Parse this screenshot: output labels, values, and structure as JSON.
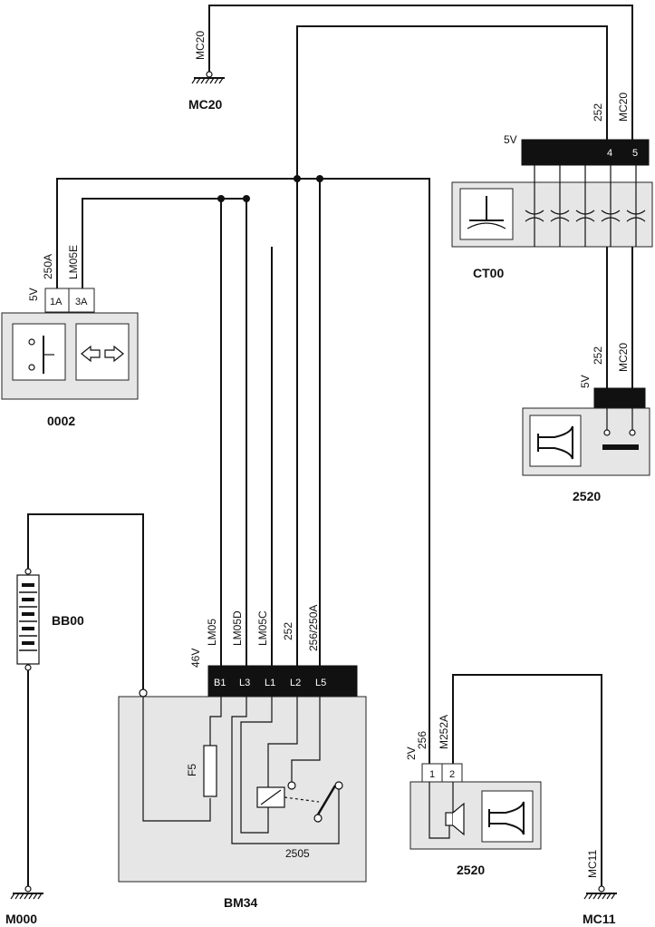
{
  "components": {
    "c0002": {
      "ref": "0002",
      "voltage": "5V",
      "wire1": "250A",
      "wire2": "LM05E",
      "pins": [
        "1A",
        "3A"
      ]
    },
    "ct00": {
      "ref": "CT00",
      "voltage": "5V",
      "wire1": "252",
      "wire2": "MC20",
      "pins": [
        "4",
        "5"
      ]
    },
    "horn_top": {
      "ref": "2520",
      "voltage": "5V",
      "wire1": "252",
      "wire2": "MC20"
    },
    "horn_bottom": {
      "ref": "2520",
      "voltage": "2V",
      "wire1": "256",
      "wire2": "M252A",
      "pins": [
        "1",
        "2"
      ]
    },
    "bm34": {
      "ref": "BM34",
      "voltage": "46V",
      "fuse": "F5",
      "relay": "2505",
      "pins": [
        "B1",
        "L3",
        "L1",
        "L2",
        "L5"
      ],
      "wires": [
        "LM05",
        "LM05D",
        "LM05C",
        "252",
        "256/250A"
      ]
    },
    "bb00": {
      "ref": "BB00"
    }
  },
  "grounds": {
    "mc20": {
      "wire": "MC20",
      "ref": "MC20"
    },
    "m000": {
      "ref": "M000"
    },
    "mc11": {
      "wire": "MC11",
      "ref": "MC11"
    }
  }
}
